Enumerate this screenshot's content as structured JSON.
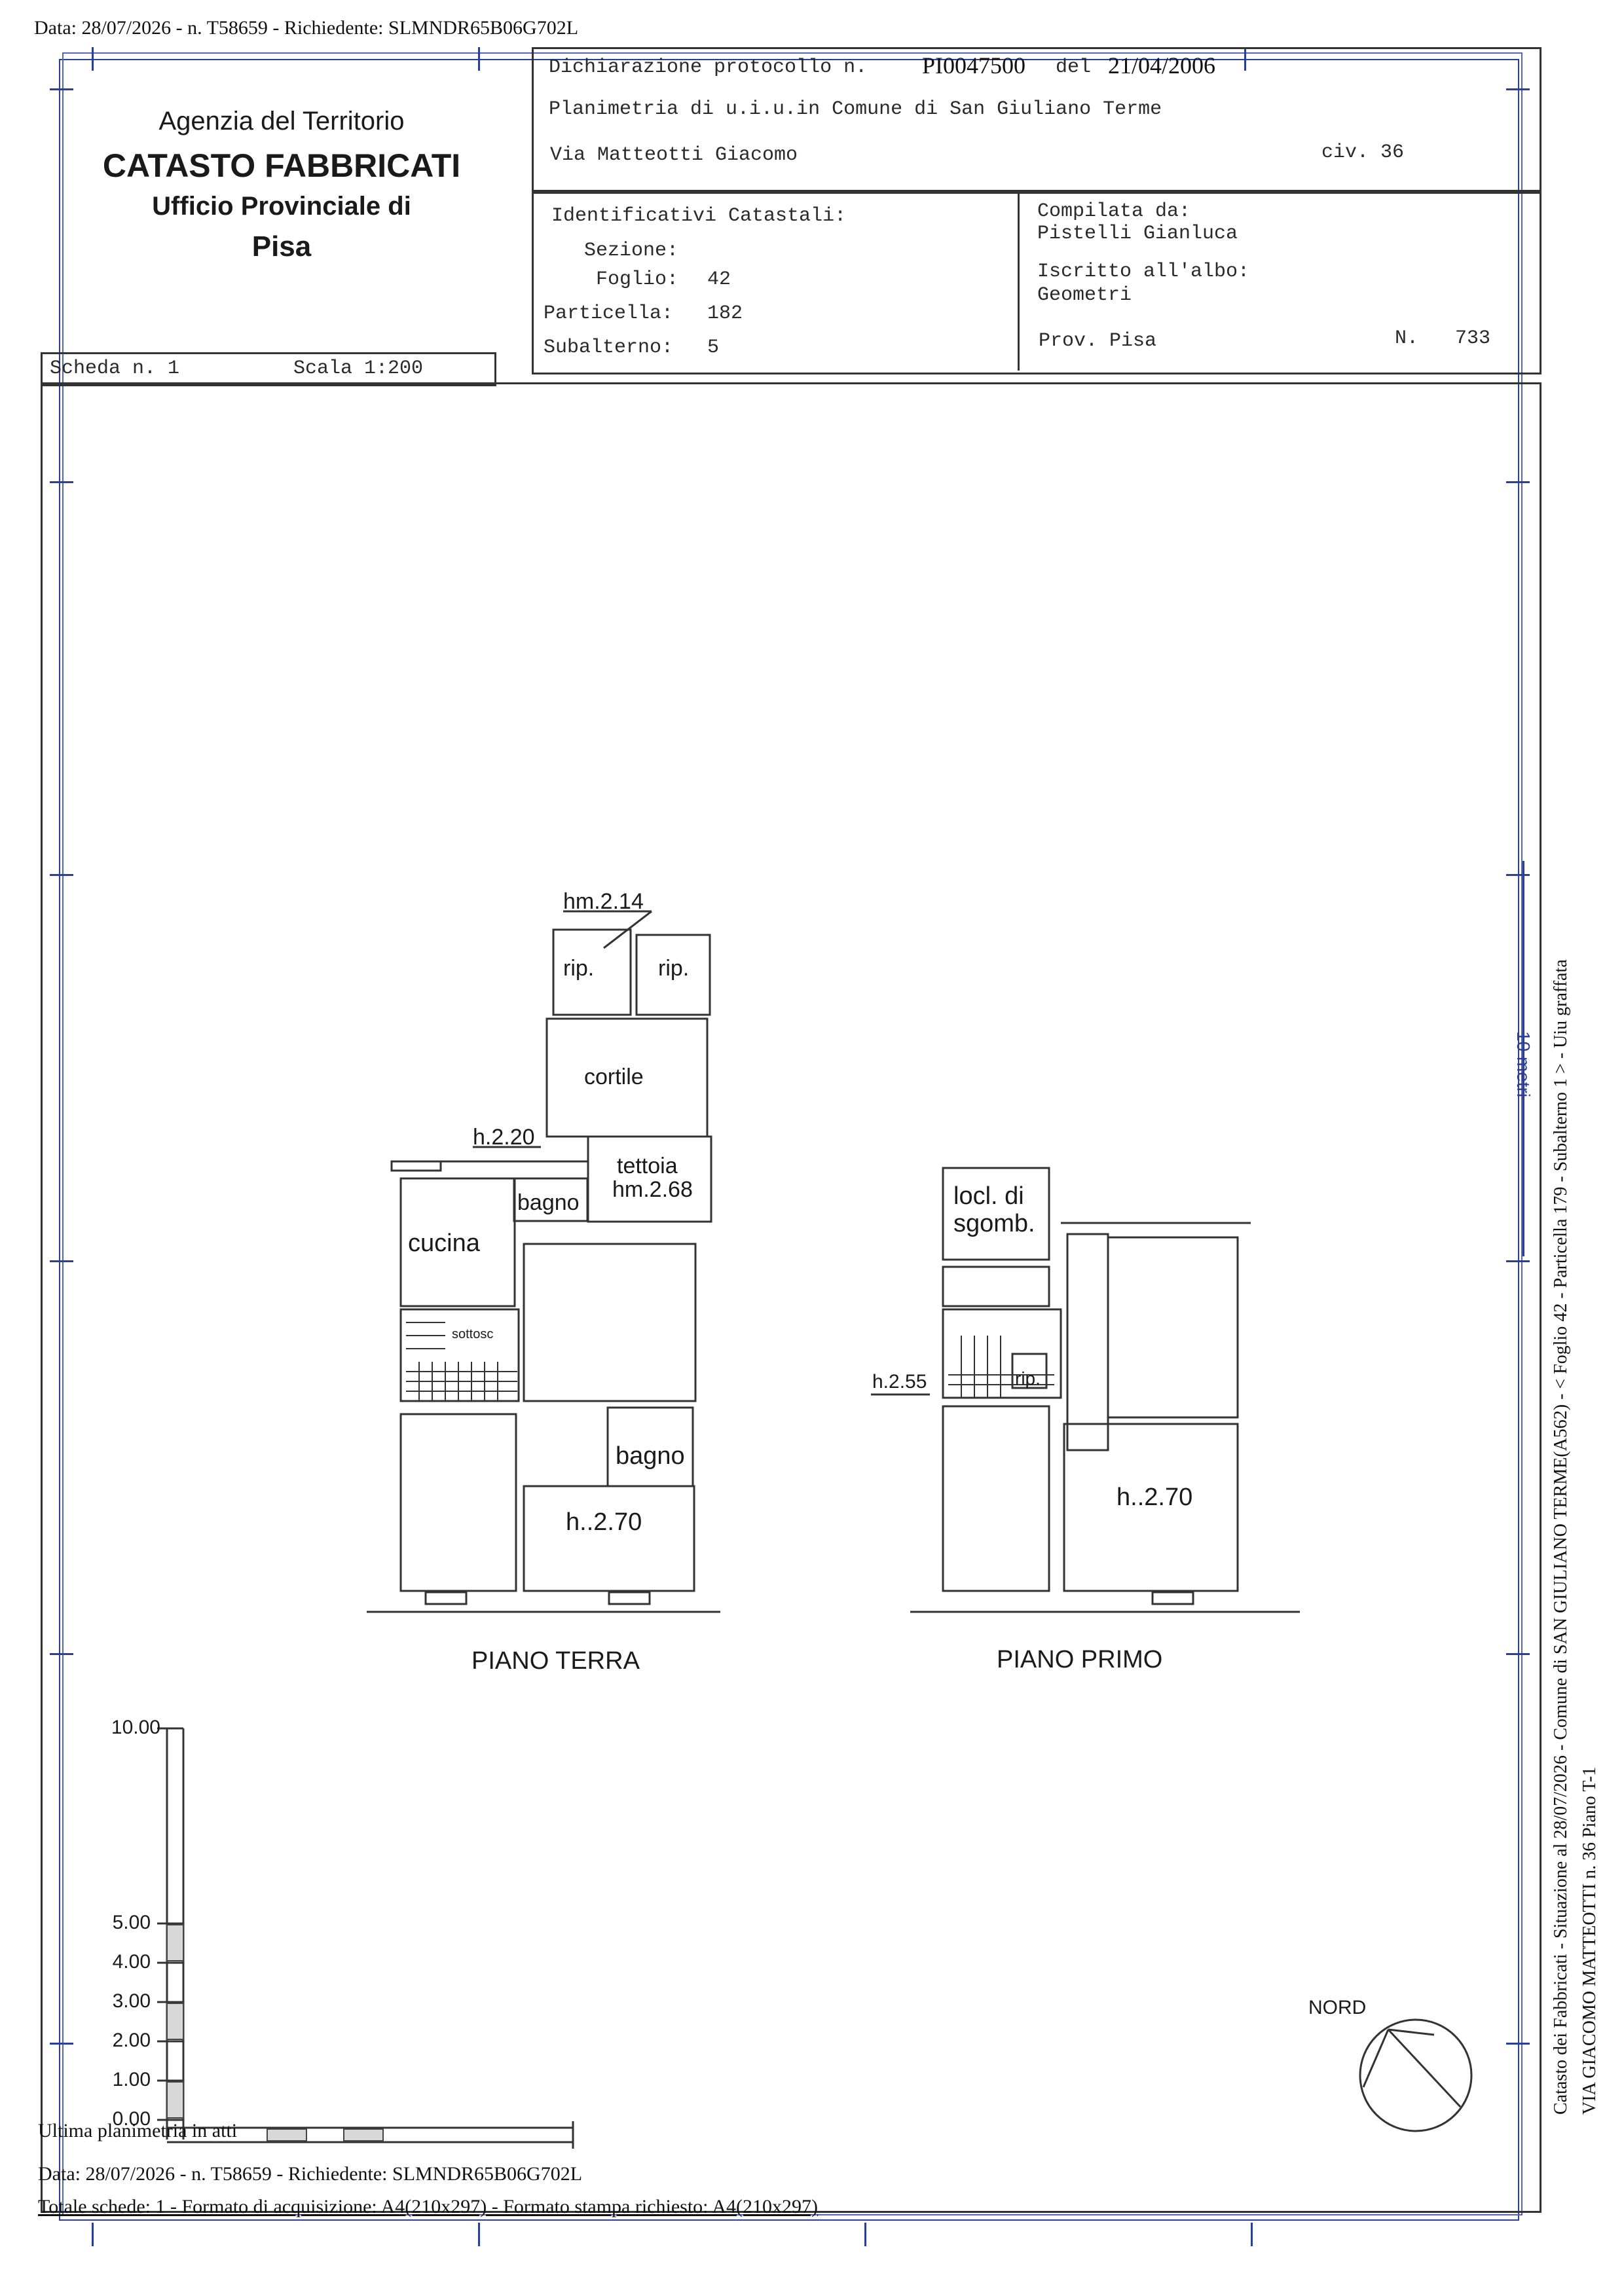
{
  "header_line": "Data: 28/07/2026 - n. T58659 - Richiedente: SLMNDR65B06G702L",
  "agency": {
    "line1": "Agenzia del Territorio",
    "line2": "CATASTO FABBRICATI",
    "line3": "Ufficio Provinciale di",
    "line4": "Pisa"
  },
  "declaration": {
    "protocol_label": "Dichiarazione protocollo n.",
    "protocol_number": "PI0047500",
    "date_label": "del",
    "date": "21/04/2006",
    "plan_line": "Planimetria di u.i.u.in Comune di San Giuliano Terme",
    "address": "Via Matteotti Giacomo",
    "civic": "civ. 36"
  },
  "identifiers": {
    "title": "Identificativi Catastali:",
    "sezione_label": "Sezione:",
    "sezione_value": "",
    "foglio_label": "Foglio:",
    "foglio_value": "42",
    "particella_label": "Particella:",
    "particella_value": "182",
    "subalterno_label": "Subalterno:",
    "subalterno_value": "5"
  },
  "compiler": {
    "label": "Compilata da:",
    "name": "Pistelli Gianluca",
    "albo_label": "Iscritto all'albo:",
    "albo_value": "Geometri",
    "prov": "Prov. Pisa",
    "n_label": "N.",
    "n_value": "733"
  },
  "scheda": {
    "scheda": "Scheda n. 1",
    "scala": "Scala 1:200"
  },
  "plan_labels": {
    "hm214": "hm.2.14",
    "rip": "rip.",
    "cortile": "cortile",
    "h220": "h.2.20",
    "tettoia": "tettoia",
    "hm268": "hm.2.68",
    "bagno": "bagno",
    "cucina": "cucina",
    "sottosc": "sottosc",
    "h270": "h..2.70",
    "locl1": "locl. di",
    "locl2": "sgomb.",
    "h255": "h.2.55",
    "piano_terra": "PIANO TERRA",
    "piano_primo": "PIANO PRIMO",
    "nord": "NORD",
    "metri": "10 metri"
  },
  "scale_bar": {
    "labels": [
      "10.00",
      "5.00",
      "4.00",
      "3.00",
      "2.00",
      "1.00",
      "0.00"
    ]
  },
  "footer": {
    "ultima": "Ultima planimetria in atti",
    "data_line": "Data: 28/07/2026 - n. T58659 - Richiedente: SLMNDR65B06G702L",
    "totale_line": "Totale schede: 1 - Formato di acquisizione: A4(210x297)  - Formato stampa richiesto: A4(210x297)"
  },
  "side_text": {
    "line1": "Catasto dei Fabbricati - Situazione al 28/07/2026 - Comune di SAN GIULIANO TERME(A562) - < Foglio 42 - Particella 179 - Subalterno 1 > - Uiu graffata",
    "line2": "VIA GIACOMO MATTEOTTI n. 36 Piano T-1"
  },
  "colors": {
    "frame_blue": "#2b3f9a",
    "ink": "#1a1a1a"
  }
}
